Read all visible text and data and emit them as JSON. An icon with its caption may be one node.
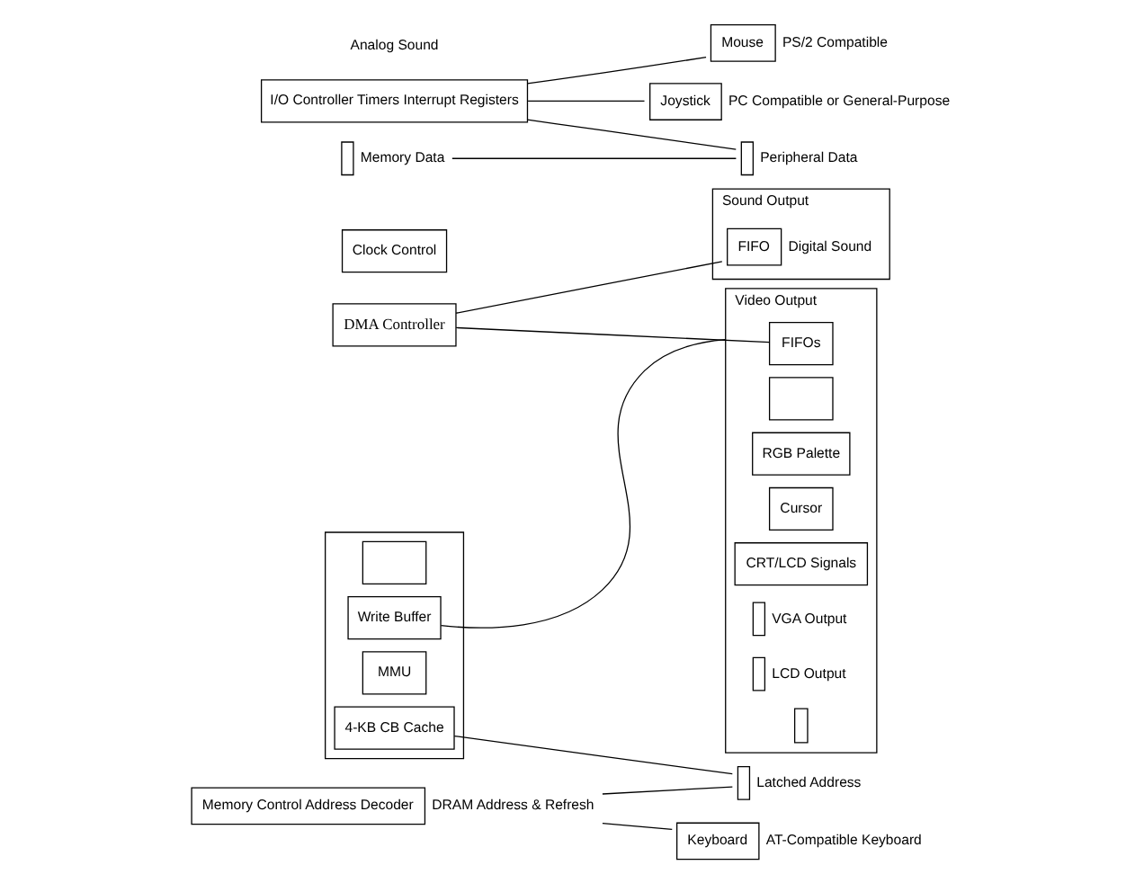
{
  "diagram": {
    "nodes": [
      {
        "text": [],
        "shape": "box"
      },
      {
        "text": [],
        "shape": "box",
        "in": 0
      },
      {
        "text": [
          "Write Buffer"
        ],
        "in": 0
      },
      {
        "text": [
          "MMU"
        ],
        "in": 0
      },
      {
        "text": [
          "4-KB CB Cache"
        ],
        "in": 0
      },
      {
        "text": [
          "Video Output"
        ]
      },
      {
        "text": [
          "FIFOs"
        ],
        "in": 5
      },
      {
        "text": [],
        "shape": "box",
        "in": 5
      },
      {
        "text": [
          "RGB Palette"
        ],
        "in": 5
      },
      {
        "text": [
          "Cursor"
        ],
        "in": 5
      },
      {
        "text": [
          "CRT/LCD Signals"
        ],
        "in": 5
      },
      {
        "text": [],
        "shape": "bar",
        "in": 5,
        "beside": [
          "VGA Output"
        ]
      },
      {
        "text": [],
        "shape": "bar",
        "in": 5,
        "beside": [
          "LCD Output"
        ]
      },
      {
        "text": [],
        "shape": "bar",
        "in": 5
      },
      {
        "text": [
          "Sound Output"
        ]
      },
      {
        "text": [
          "FIFO"
        ],
        "in": 14,
        "beside": [
          "Digital Sound"
        ]
      },
      {
        "text": [
          "Clock Control"
        ]
      },
      {
        "text": [
          "DMA Controller"
        ]
      },
      {
        "text": [
          "Memory Control Address Decoder"
        ],
        "beside": [
          "DRAM Address & Refresh"
        ]
      },
      {
        "text": [
          "I/O Controller Timers Interrupt Registers"
        ]
      },
      {
        "text": [
          "Keyboard"
        ],
        "beside": [
          "AT-Compatible Keyboard"
        ]
      },
      {
        "text": [
          "Mouse"
        ],
        "beside": [
          "PS/2 Compatible"
        ]
      },
      {
        "text": [
          "Joystick"
        ],
        "beside": [
          "PC Compatible or General-Purpose"
        ]
      },
      {
        "text": [],
        "shape": "bar",
        "beside": [
          "Memory Data"
        ]
      },
      {
        "text": [],
        "shape": "bar",
        "beside": [
          "Peripheral Data"
        ]
      },
      {
        "text": [],
        "shape": "bar",
        "beside": [
          "Latched Address"
        ]
      }
    ],
    "edges": [
      {
        "from": 2,
        "to": 5,
        "arrow": "none"
      },
      {
        "from": 17,
        "to": 6,
        "arrow": "none"
      },
      {
        "from": 17,
        "to": 15,
        "arrow": "none"
      },
      {
        "from": 4,
        "to": 25,
        "arrow": "none"
      },
      {
        "from": 18,
        "to": 20,
        "arrow": "none"
      },
      {
        "from": 18,
        "to": 25,
        "arrow": "none"
      },
      {
        "from": 19,
        "to": 21,
        "arrow": "none"
      },
      {
        "from": 19,
        "to": 22,
        "arrow": "none"
      },
      {
        "from": 19,
        "to": 24,
        "arrow": "none"
      },
      {
        "from": 23,
        "to": 24,
        "arrow": "none"
      }
    ],
    "labels": [
      "Analog Sound"
    ]
  }
}
